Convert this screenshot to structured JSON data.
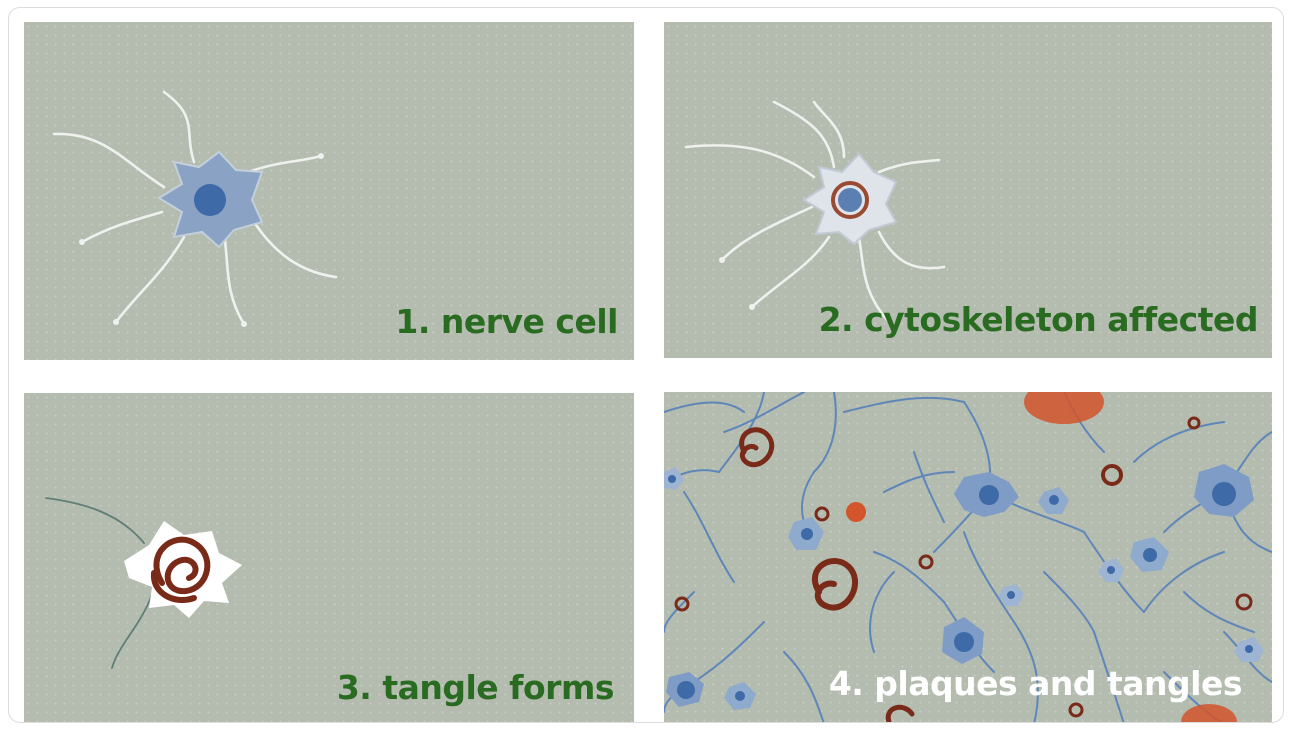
{
  "panels": [
    {
      "label": "1. nerve cell"
    },
    {
      "label": "2. cytoskeleton affected"
    },
    {
      "label": "3. tangle forms"
    },
    {
      "label": "4. plaques and tangles"
    }
  ],
  "colors": {
    "panel_background": "#b4bcb0",
    "label_green": "#2a6b22",
    "label_white": "#ffffff",
    "neuron_blue": "#6f8fbf",
    "nucleus_blue": "#3f6aa8",
    "tangle_brown": "#7a2a18",
    "plaque_orange": "#d2552c"
  }
}
